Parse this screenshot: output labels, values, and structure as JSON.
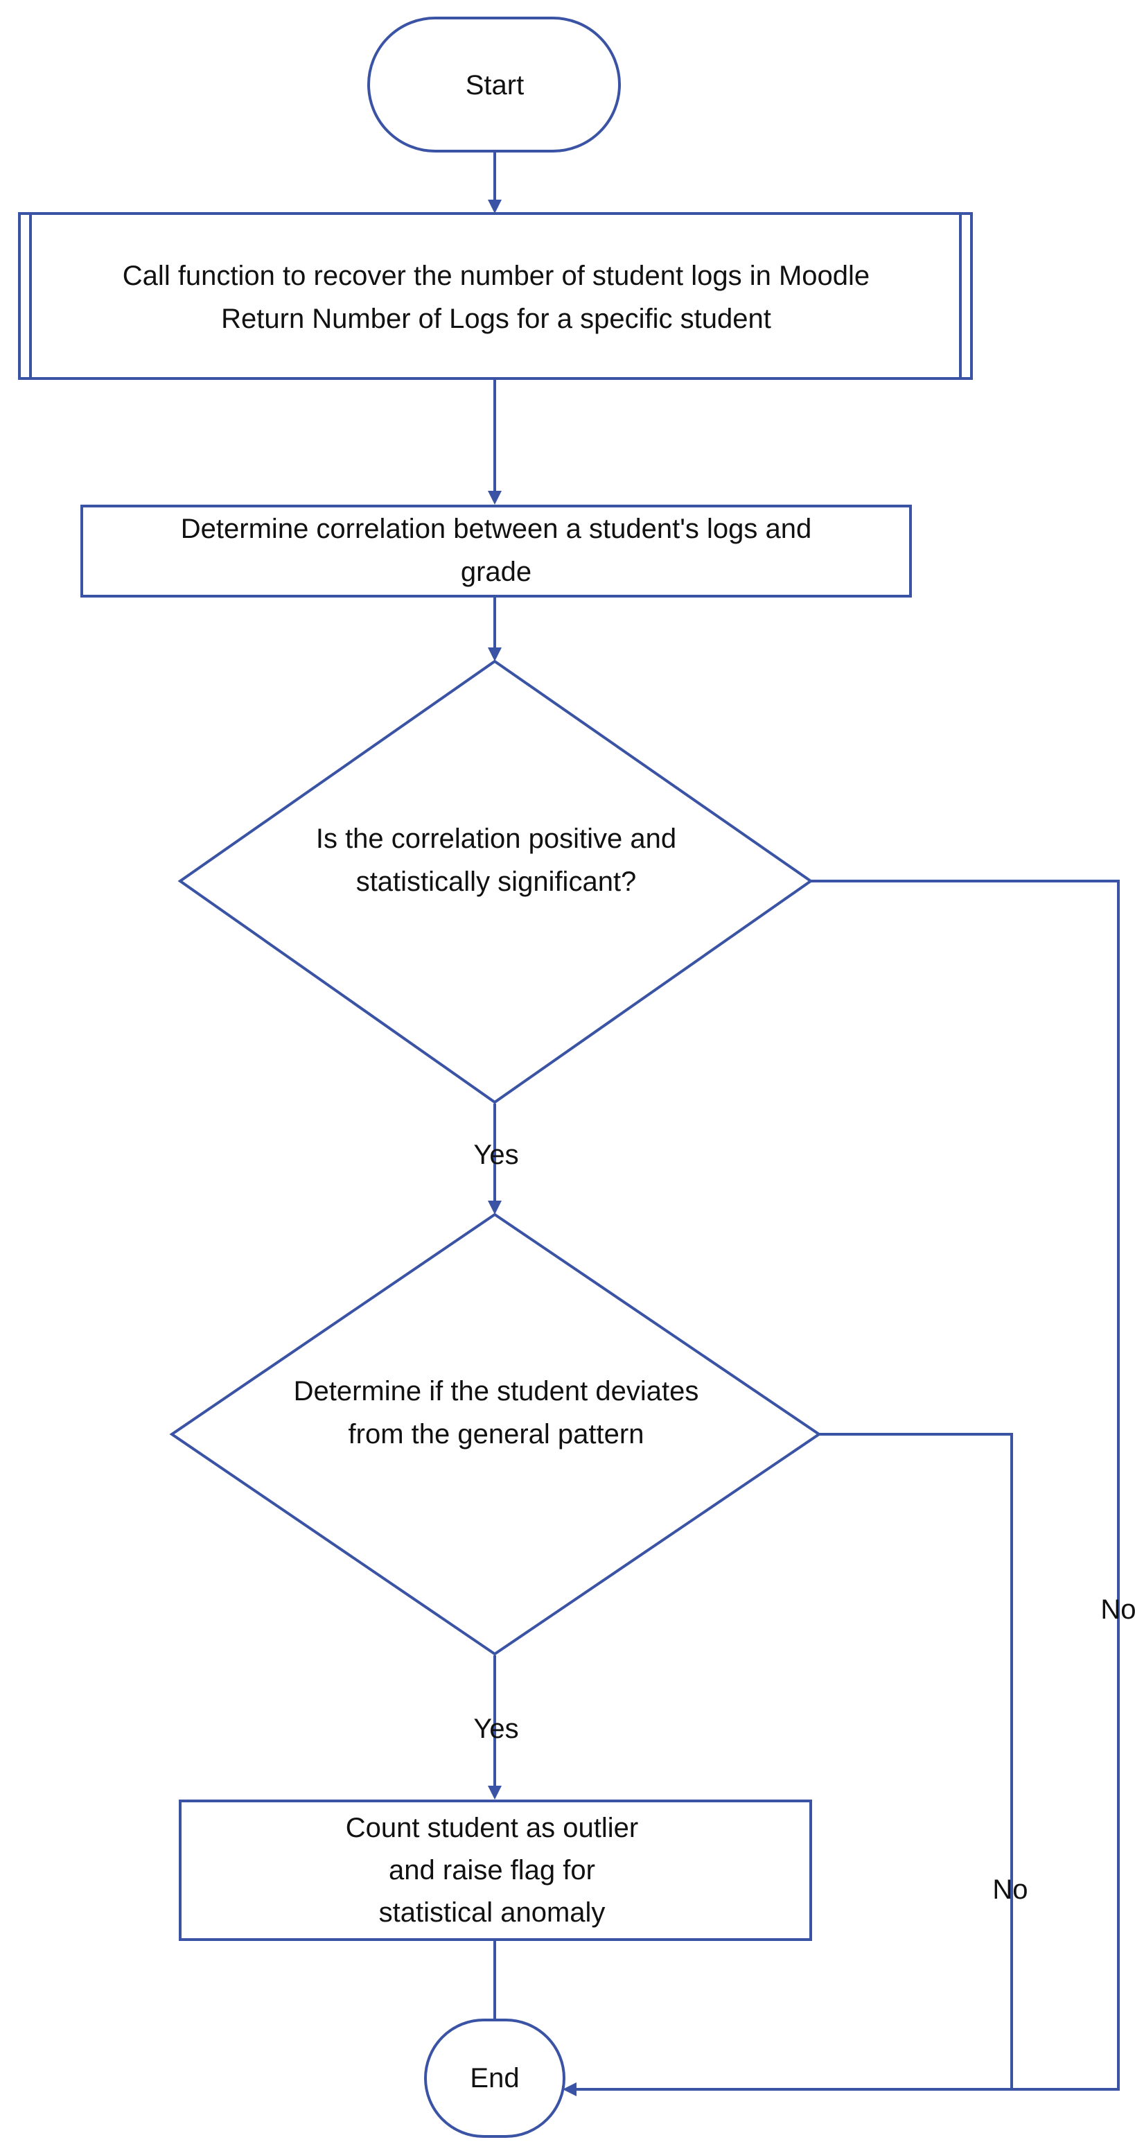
{
  "nodes": {
    "start": {
      "text": "Start"
    },
    "call_function": {
      "lines": [
        "Call function to recover the number of student logs in Moodle",
        "Return Number of Logs for a specific student"
      ]
    },
    "correlation": {
      "lines": [
        "Determine correlation between a student's logs and",
        "grade"
      ]
    },
    "decision_significant": {
      "lines": [
        "Is the correlation positive and",
        "statistically significant?"
      ]
    },
    "decision_deviates": {
      "lines": [
        "Determine if the student deviates",
        "from the general pattern"
      ]
    },
    "outlier": {
      "lines": [
        "Count student as outlier",
        "and raise flag for",
        "statistical anomaly"
      ]
    },
    "end": {
      "text": "End"
    }
  },
  "edges": {
    "significant_yes": "Yes",
    "significant_no": "No",
    "deviates_yes": "Yes",
    "deviates_no": "No"
  },
  "colors": {
    "stroke": "#3a53a4",
    "text": "#111111",
    "background": "#ffffff"
  }
}
